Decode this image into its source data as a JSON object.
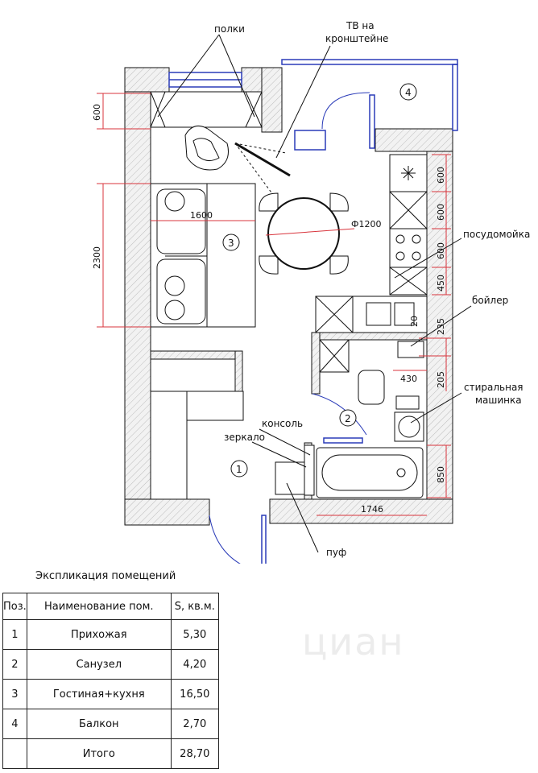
{
  "callouts": {
    "shelves": "полки",
    "tv_line1": "ТВ на",
    "tv_line2": "кронштейне",
    "dishwasher": "посудомойка",
    "boiler": "бойлер",
    "washer_line1": "стиральная",
    "washer_line2": "машинка",
    "console": "консоль",
    "mirror": "зеркало",
    "pouf": "пуф"
  },
  "room_numbers": [
    "1",
    "2",
    "3",
    "4"
  ],
  "dimensions": {
    "d600_left": "600",
    "d2300": "2300",
    "d1600": "1600",
    "d1200": "Ф1200",
    "k600a": "600",
    "k600b": "600",
    "k600c": "600",
    "k450": "450",
    "d20": "20",
    "d235": "235",
    "d430": "430",
    "d205": "205",
    "d850": "850",
    "d1746": "1746"
  },
  "explication": {
    "title": "Экспликация помещений",
    "headers": {
      "pos": "Поз.",
      "name": "Наименование пом.",
      "area": "S, кв.м."
    },
    "rows": [
      {
        "pos": "1",
        "name": "Прихожая",
        "area": "5,30"
      },
      {
        "pos": "2",
        "name": "Санузел",
        "area": "4,20"
      },
      {
        "pos": "3",
        "name": "Гостиная+кухня",
        "area": "16,50"
      },
      {
        "pos": "4",
        "name": "Балкон",
        "area": "2,70"
      },
      {
        "pos": "",
        "name": "Итого",
        "area": "28,70"
      }
    ]
  },
  "watermark": "циан",
  "colors": {
    "wall_line": "#111111",
    "dim_red": "#d8343c",
    "window_blue": "#2a3bb8"
  }
}
